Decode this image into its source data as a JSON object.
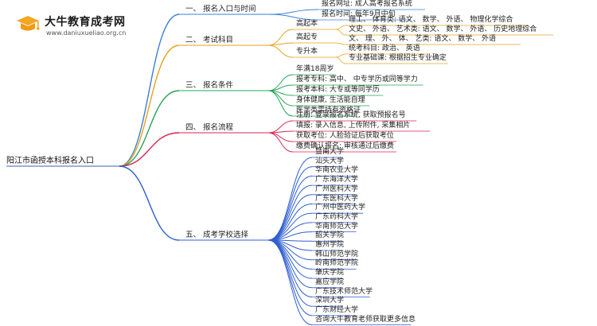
{
  "brand": {
    "title": "大牛教育成考网",
    "subtitle": "www.daniuxueliao.org.cn"
  },
  "root": "阳江市函授本科报名入口",
  "branches": [
    {
      "label": "一、 报名入口与时间",
      "color": "#3d7fd6",
      "items": [
        "报名网址: 成人高考报名系统",
        "报名时间: 每年9月中旬"
      ]
    },
    {
      "label": "二、 考试科目",
      "color": "#e8a21b",
      "items": [
        "高起本",
        "理工、 体育类: 语文、 数学、 外语、 物理化学综合",
        "文史、 外语、 艺术类: 语文、 数学、 外语、 历史地理综合",
        "高起专",
        "文、 理、 外、 体、 艺类: 语文、 数学、 外语",
        "专升本",
        "统考科目: 政治、 英语",
        "专业基础课: 根据招生专业确定"
      ]
    },
    {
      "label": "三、 报名条件",
      "color": "#2aa45a",
      "items": [
        "年满18周岁",
        "报考专科: 高中、 中专学历或同等学力",
        "报考本科: 大专或等同学历",
        "身体健康, 生活能自理",
        "医学类需持有资格证"
      ]
    },
    {
      "label": "四、 报名流程",
      "color": "#d9274f",
      "items": [
        "注册: 登录报名系统, 获取预报名号",
        "填报: 录入信息, 上传附件, 采集相片",
        "获取考位: 人脸验证后获取考位",
        "缴费确认报名: 审核通过后缴费"
      ]
    },
    {
      "label": "五、 成考学校选择",
      "color": "#2f5fd0",
      "items": [
        "暨南大学",
        "汕头大学",
        "华南农业大学",
        "广东海洋大学",
        "广州医科大学",
        "广东医科大学",
        "广州中医药大学",
        "广东药科大学",
        "华南师范大学",
        "韶关学院",
        "惠州学院",
        "韩山师范学院",
        "岭南师范学院",
        "肇庆学院",
        "嘉应学院",
        "广东技术师范大学",
        "深圳大学",
        "广东财经大学",
        "咨询大牛教育老师获取更多信息"
      ]
    }
  ]
}
